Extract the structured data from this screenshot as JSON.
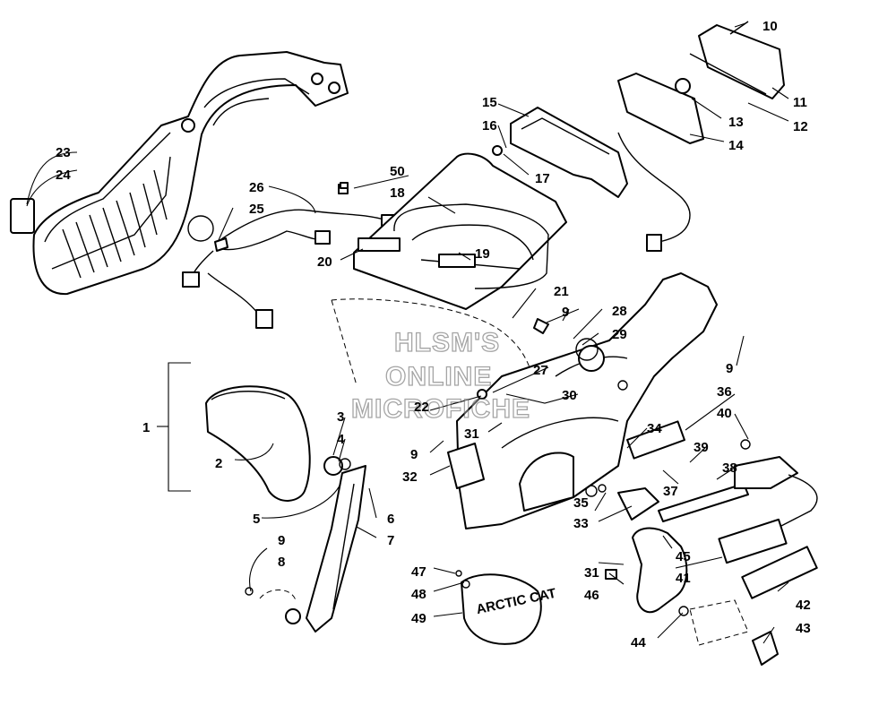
{
  "callouts": {
    "c1": "1",
    "c2": "2",
    "c3": "3",
    "c4": "4",
    "c5": "5",
    "c6": "6",
    "c7": "7",
    "c8": "8",
    "c9a": "9",
    "c9b": "9",
    "c9c": "9",
    "c9d": "9",
    "c10": "10",
    "c11": "11",
    "c12": "12",
    "c13": "13",
    "c14": "14",
    "c15": "15",
    "c16": "16",
    "c17": "17",
    "c18": "18",
    "c19": "19",
    "c20": "20",
    "c21": "21",
    "c22": "22",
    "c23": "23",
    "c24": "24",
    "c25": "25",
    "c26": "26",
    "c27": "27",
    "c28": "28",
    "c29": "29",
    "c30": "30",
    "c31a": "31",
    "c31b": "31",
    "c32": "32",
    "c33": "33",
    "c34": "34",
    "c35": "35",
    "c36": "36",
    "c37": "37",
    "c38": "38",
    "c39": "39",
    "c40": "40",
    "c41": "41",
    "c42": "42",
    "c43": "43",
    "c44": "44",
    "c45": "45",
    "c46": "46",
    "c47": "47",
    "c48": "48",
    "c49": "49",
    "c50": "50"
  },
  "watermark": {
    "line1": "HLSM'S",
    "line2": "ONLINE",
    "line3": "MICROFICHE"
  },
  "decal_text": "ARCTIC CAT"
}
